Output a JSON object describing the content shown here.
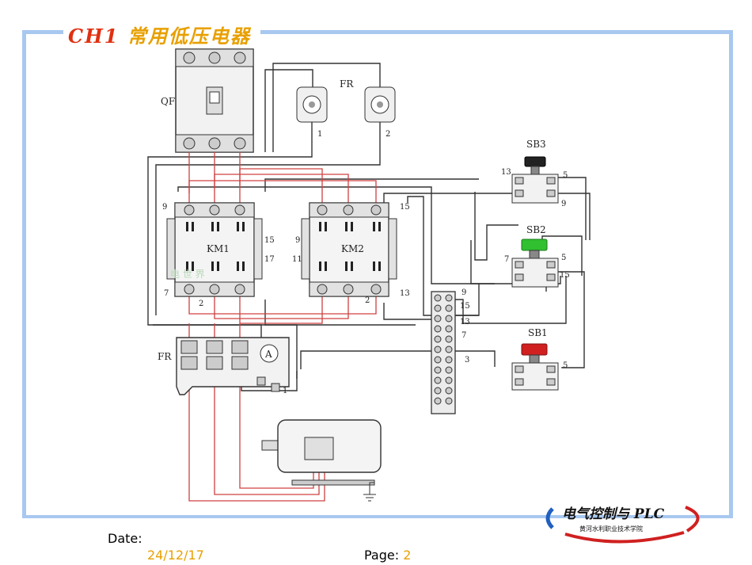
{
  "header": {
    "title_code": "CH1",
    "title_text": "常用低压电器"
  },
  "diagram": {
    "labels": {
      "qf": "QF",
      "fr_top": "FR",
      "fr_bottom": "FR",
      "km1": "KM1",
      "km2": "KM2",
      "sb1": "SB1",
      "sb2": "SB2",
      "sb3": "SB3",
      "ammeter": "A"
    },
    "wire_numbers": {
      "fr1": "1",
      "fr2": "2",
      "km1_9": "9",
      "km1_15": "15",
      "km1_17": "17",
      "km1_7": "7",
      "km1_2": "2",
      "km2_9": "9",
      "km2_11": "11",
      "km2_15": "15",
      "km2_13": "13",
      "km2_2": "2",
      "tb_9": "9",
      "tb_15": "15",
      "tb_13": "13",
      "tb_7": "7",
      "tb_3": "3",
      "sb3_13": "13",
      "sb3_5": "5",
      "sb3_9": "9",
      "sb2_7": "7",
      "sb2_5": "5",
      "sb2_15": "15",
      "sb1_5": "5",
      "fr_1": "1"
    },
    "watermark": "电 世 界"
  },
  "colors": {
    "frame": "#a8c8f0",
    "title": "#e8a000",
    "red_wire": "#d04040",
    "button_black": "#222222",
    "button_green": "#30c030",
    "button_red": "#d02020"
  },
  "footer": {
    "date_label": "Date:",
    "date_value": "24/12/17",
    "page_label": "Page: ",
    "page_value": "2"
  },
  "logo": {
    "main_text": "电气控制与 PLC",
    "sub_text": "黄河水利职业技术学院"
  }
}
